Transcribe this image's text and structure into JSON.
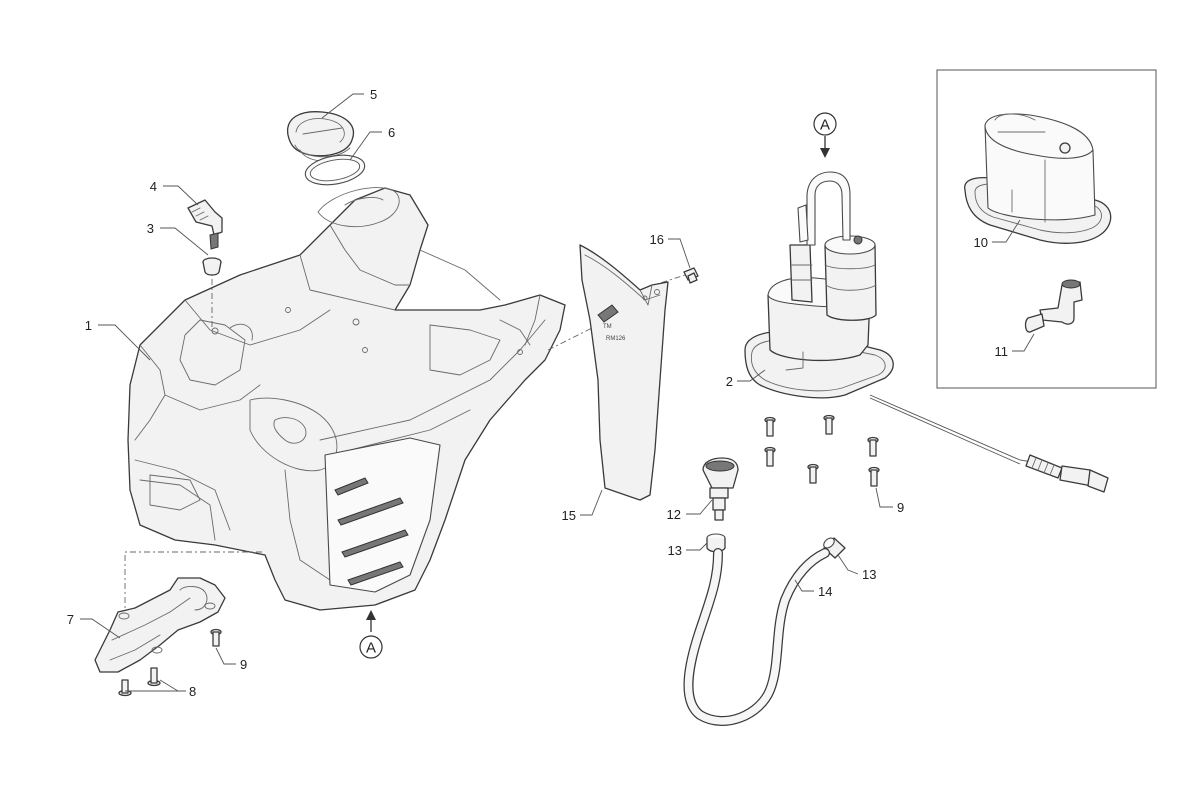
{
  "callouts": {
    "c1": "1",
    "c2": "2",
    "c3": "3",
    "c4": "4",
    "c5": "5",
    "c6": "6",
    "c7": "7",
    "c8": "8",
    "c9a": "9",
    "c9b": "9",
    "c10": "10",
    "c11": "11",
    "c12": "12",
    "c13a": "13",
    "c13b": "13",
    "c14": "14",
    "c15": "15",
    "c16": "16"
  },
  "view_markers": {
    "top": "A",
    "bottom": "A"
  },
  "shield_marking": {
    "logo": "TM",
    "code": "RM126"
  }
}
